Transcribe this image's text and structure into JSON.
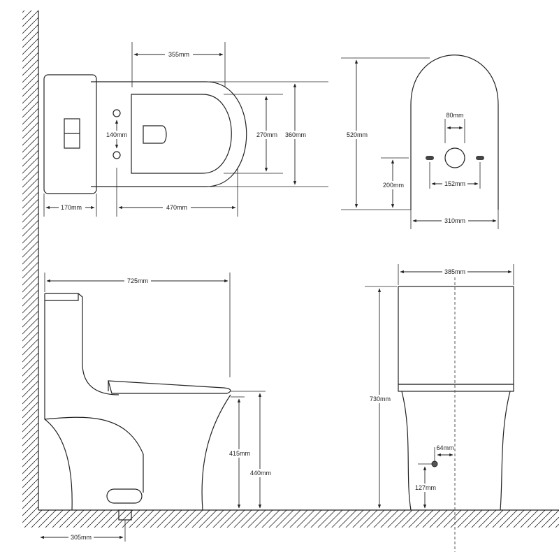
{
  "title": "One-piece toilet dimension drawing",
  "top_view": {
    "dim_bowl_offset": "355mm",
    "dim_bolt_spacing": "140mm",
    "dim_seat_width": "270mm",
    "dim_bowl_width": "360mm",
    "dim_tank_depth": "170mm",
    "dim_bowl_length": "470mm"
  },
  "back_view": {
    "dim_height": "520mm",
    "dim_outlet_width": "80mm",
    "dim_outlet_height": "200mm",
    "dim_bolt_spacing": "152mm",
    "dim_width": "310mm"
  },
  "side_view": {
    "dim_length": "725mm",
    "dim_bowl_height": "415mm",
    "dim_seat_height": "440mm",
    "dim_rough_in": "305mm"
  },
  "front_view": {
    "dim_width": "385mm",
    "dim_height": "730mm",
    "dim_supply_offset": "64mm",
    "dim_supply_height": "127mm"
  }
}
